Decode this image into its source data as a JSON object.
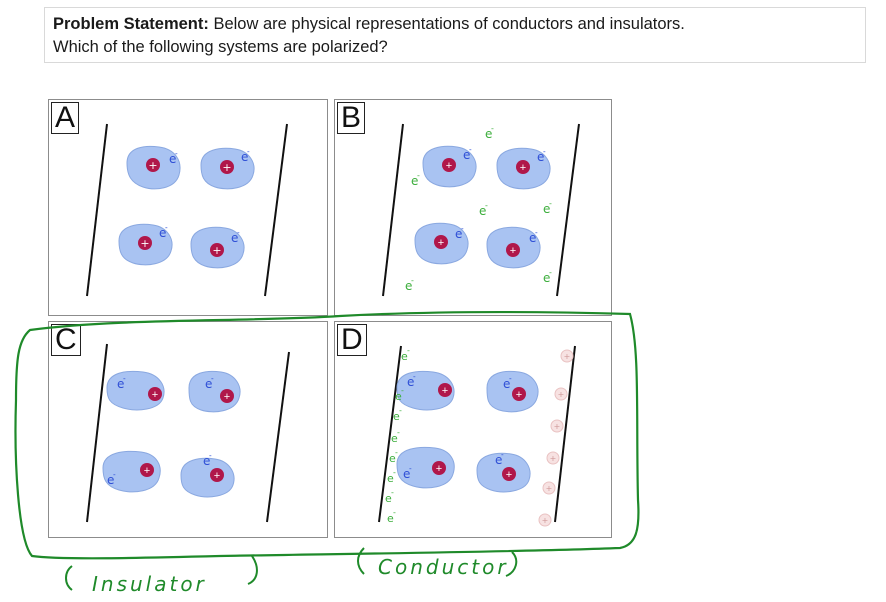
{
  "problem": {
    "bold": "Problem Statement:",
    "text": " Below are physical representations of conductors and insulators.",
    "line2": "Which of the following systems are polarized?"
  },
  "panels": [
    {
      "letter": "A"
    },
    {
      "letter": "B"
    },
    {
      "letter": "C"
    },
    {
      "letter": "D"
    }
  ],
  "annotations": {
    "insulator": "Insulator",
    "conductor": "Conductor"
  },
  "symbols": {
    "electron": "e",
    "minus": "-",
    "proton": "+"
  },
  "colors": {
    "atom_fill": "#a9c3f2",
    "proton": "#b0174a",
    "bound_electron": "#2f4fd6",
    "free_electron": "#3cae3c",
    "annotation": "#1f8a2a"
  }
}
